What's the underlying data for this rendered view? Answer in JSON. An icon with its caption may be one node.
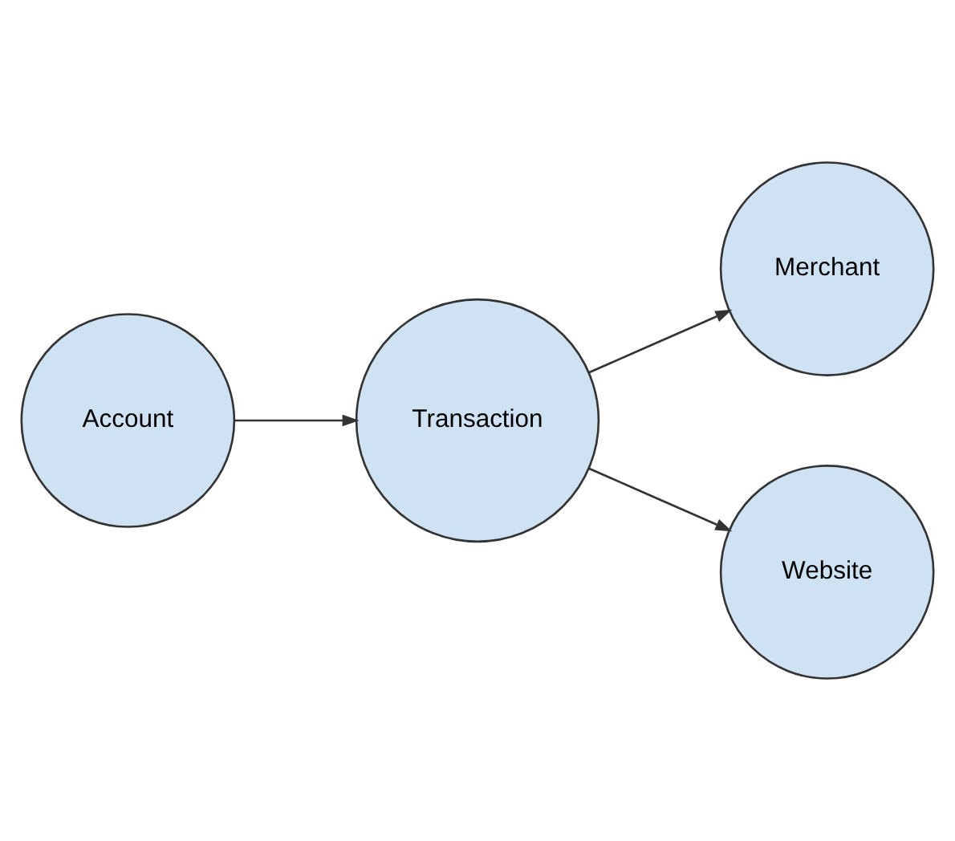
{
  "diagram": {
    "nodes": [
      {
        "text": [
          "Merchant"
        ]
      },
      {
        "text": [
          "Website"
        ]
      },
      {
        "text": [
          "Transaction"
        ]
      },
      {
        "text": [
          "Account"
        ]
      }
    ],
    "edges": [
      {
        "from": 3,
        "to": 2,
        "arrow": "to"
      },
      {
        "from": 2,
        "to": 0,
        "arrow": "to"
      },
      {
        "from": 2,
        "to": 1,
        "arrow": "to"
      }
    ]
  }
}
